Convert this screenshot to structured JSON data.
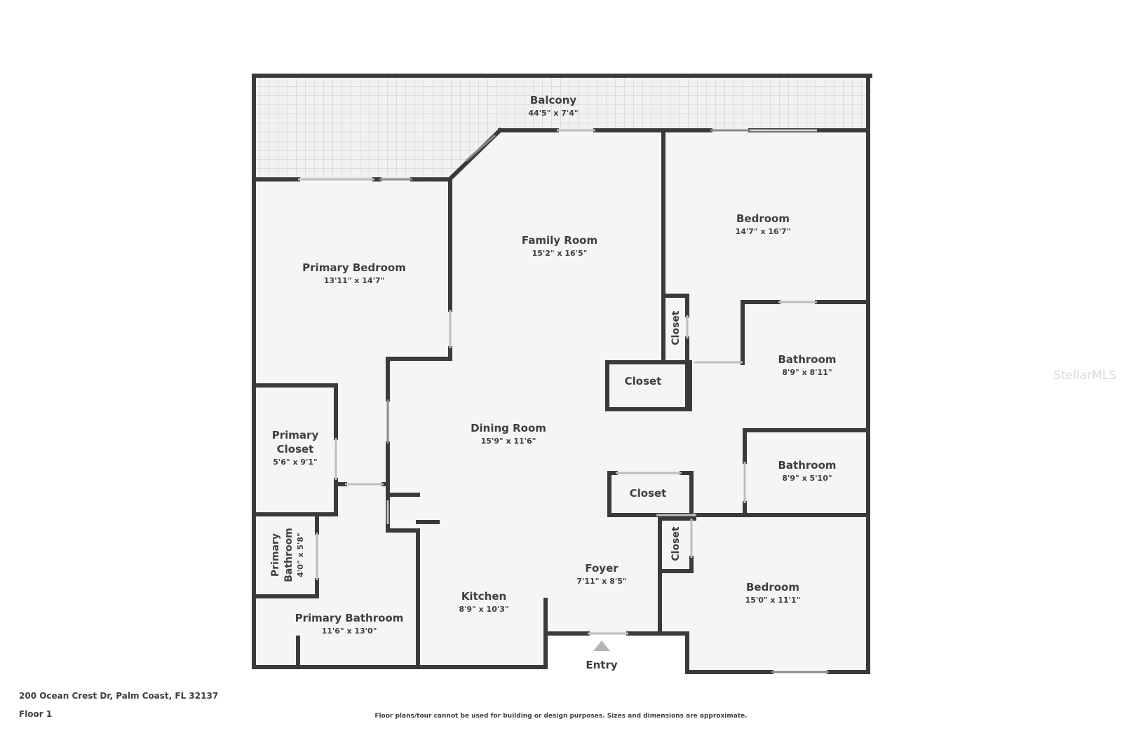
{
  "rooms": {
    "balcony": {
      "name": "Balcony",
      "dims": "44'5\" x 7'4\""
    },
    "family_room": {
      "name": "Family Room",
      "dims": "15'2\" x 16'5\""
    },
    "bedroom_ne": {
      "name": "Bedroom",
      "dims": "14'7\" x 16'7\""
    },
    "primary_bedroom": {
      "name": "Primary Bedroom",
      "dims": "13'11\" x 14'7\""
    },
    "closet_vertical_1": {
      "name": "Closet"
    },
    "bathroom_1": {
      "name": "Bathroom",
      "dims": "8'9\" x 8'11\""
    },
    "closet_1": {
      "name": "Closet"
    },
    "dining_room": {
      "name": "Dining Room",
      "dims": "15'9\" x 11'6\""
    },
    "primary_closet": {
      "name_line1": "Primary",
      "name_line2": "Closet",
      "dims": "5'6\" x 9'1\""
    },
    "bathroom_2": {
      "name": "Bathroom",
      "dims": "8'9\" x 5'10\""
    },
    "closet_2": {
      "name": "Closet"
    },
    "closet_vertical_2": {
      "name": "Closet"
    },
    "primary_bathroom_small": {
      "name_line1": "Primary",
      "name_line2": "Bathroom",
      "dims": "4'0\" x 5'8\""
    },
    "foyer": {
      "name": "Foyer",
      "dims": "7'11\" x 8'5\""
    },
    "bedroom_se": {
      "name": "Bedroom",
      "dims": "15'0\" x 11'1\""
    },
    "kitchen": {
      "name": "Kitchen",
      "dims": "8'9\" x 10'3\""
    },
    "primary_bathroom": {
      "name": "Primary Bathroom",
      "dims": "11'6\" x 13'0\""
    }
  },
  "entry": {
    "label": "Entry"
  },
  "watermark": "StellarMLS",
  "footer": {
    "address": "200 Ocean Crest Dr, Palm Coast, FL 32137",
    "floor": "Floor 1",
    "disclaimer": "Floor plans/tour cannot be used for building or design purposes. Sizes and dimensions are approximate."
  },
  "colors": {
    "wall": "#3a3a3a",
    "floor": "#f5f5f5",
    "balcony": "#eeeeee",
    "background": "#ffffff"
  }
}
